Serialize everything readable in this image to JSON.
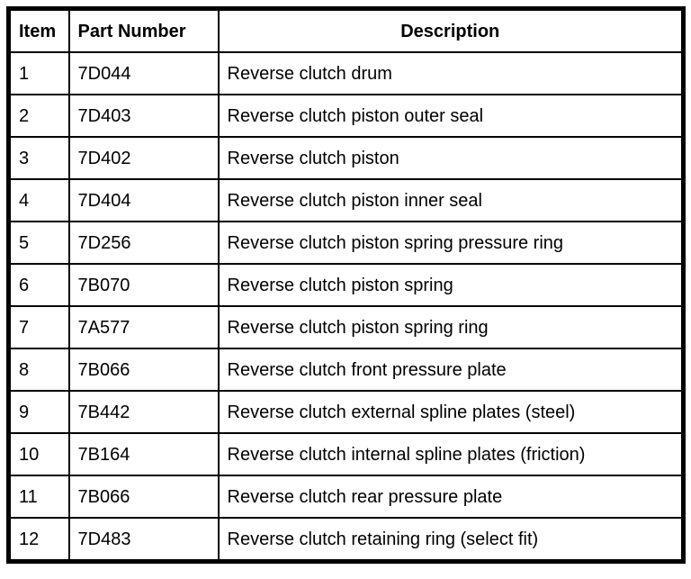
{
  "colors": {
    "border": "#000000",
    "background": "#ffffff",
    "text": "#000000"
  },
  "table": {
    "columns": {
      "item": "Item",
      "part_number": "Part Number",
      "description": "Description"
    },
    "rows": [
      {
        "item": "1",
        "part_number": "7D044",
        "description": "Reverse clutch drum"
      },
      {
        "item": "2",
        "part_number": "7D403",
        "description": "Reverse clutch piston outer seal"
      },
      {
        "item": "3",
        "part_number": "7D402",
        "description": "Reverse clutch piston"
      },
      {
        "item": "4",
        "part_number": "7D404",
        "description": "Reverse clutch piston inner seal"
      },
      {
        "item": "5",
        "part_number": "7D256",
        "description": "Reverse clutch piston spring pressure ring"
      },
      {
        "item": "6",
        "part_number": "7B070",
        "description": "Reverse clutch piston spring"
      },
      {
        "item": "7",
        "part_number": "7A577",
        "description": "Reverse clutch piston spring ring"
      },
      {
        "item": "8",
        "part_number": "7B066",
        "description": "Reverse clutch front pressure plate"
      },
      {
        "item": "9",
        "part_number": "7B442",
        "description": "Reverse clutch external spline plates (steel)"
      },
      {
        "item": "10",
        "part_number": "7B164",
        "description": "Reverse clutch internal spline plates (friction)"
      },
      {
        "item": "11",
        "part_number": "7B066",
        "description": "Reverse clutch rear pressure plate"
      },
      {
        "item": "12",
        "part_number": "7D483",
        "description": "Reverse clutch retaining ring (select fit)"
      }
    ]
  }
}
